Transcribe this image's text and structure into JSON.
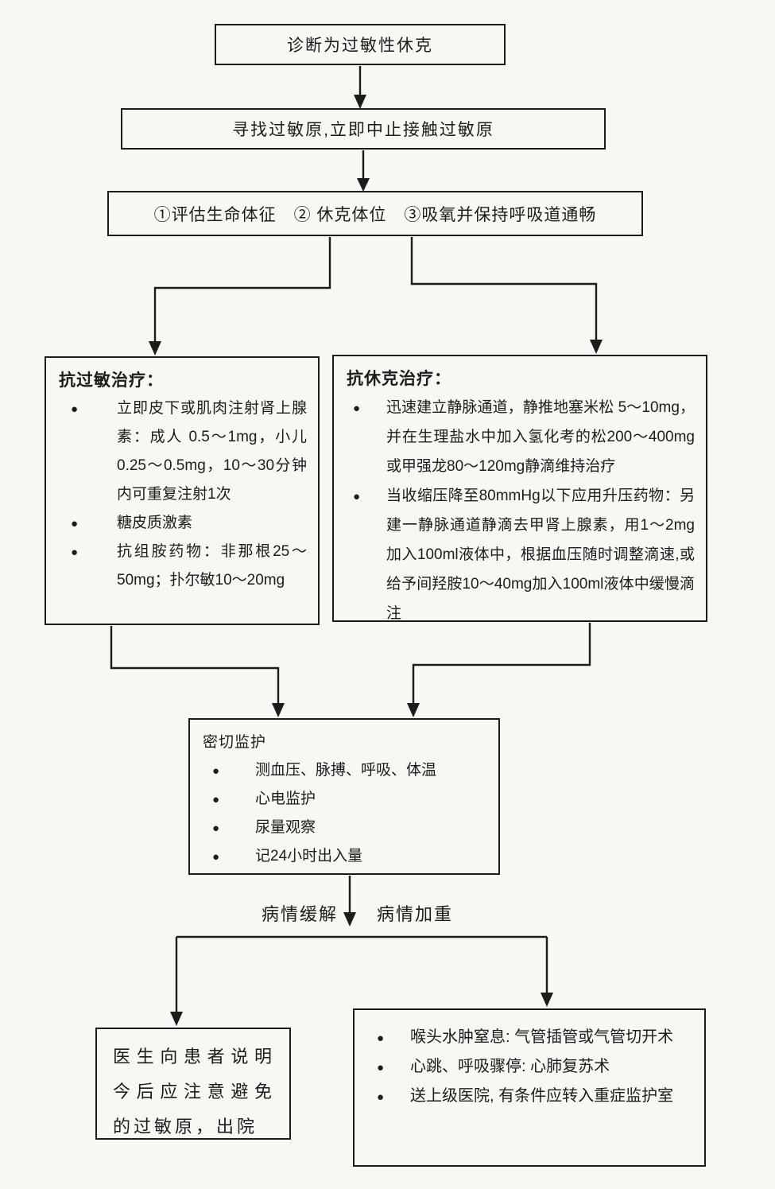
{
  "colors": {
    "paper": "#f8f7f3",
    "ink": "#1c1c1c"
  },
  "flowchart": {
    "nodes": {
      "diagnosis": {
        "text": "诊断为过敏性休克"
      },
      "find_allergen": {
        "text": "寻找过敏原,立即中止接触过敏原"
      },
      "initial_measures": {
        "text": "①评估生命体征　② 休克体位　③吸氧并保持呼吸道通畅"
      },
      "anti_allergy": {
        "title": "抗过敏治疗：",
        "bullets": [
          "立即皮下或肌肉注射肾上腺素：成人 0.5～1mg，小儿0.25～0.5mg，10～30分钟内可重复注射1次",
          "糖皮质激素",
          "抗组胺药物：非那根25～50mg；扑尔敏10～20mg"
        ]
      },
      "anti_shock": {
        "title": "抗休克治疗：",
        "bullets": [
          "迅速建立静脉通道，静推地塞米松 5～10mg，并在生理盐水中加入氢化考的松200～400mg或甲强龙80～120mg静滴维持治疗",
          "当收缩压降至80mmHg以下应用升压药物：另建一静脉通道静滴去甲肾上腺素，用1～2mg加入100ml液体中，根据血压随时调整滴速,或给予间羟胺10～40mg加入100ml液体中缓慢滴注"
        ]
      },
      "monitoring": {
        "title": "密切监护",
        "bullets": [
          "测血压、脉搏、呼吸、体温",
          "心电监护",
          "尿量观察",
          "记24小时出入量"
        ]
      },
      "discharge": {
        "text": "医生向患者说明今后应注意避免的过敏原，出院"
      },
      "deterioration": {
        "bullets": [
          "喉头水肿窒息: 气管插管或气管切开术",
          "心跳、呼吸骤停: 心肺复苏术",
          "送上级医院, 有条件应转入重症监护室"
        ]
      }
    },
    "branch_labels": {
      "relieved": "病情缓解",
      "worsened": "病情加重"
    }
  }
}
